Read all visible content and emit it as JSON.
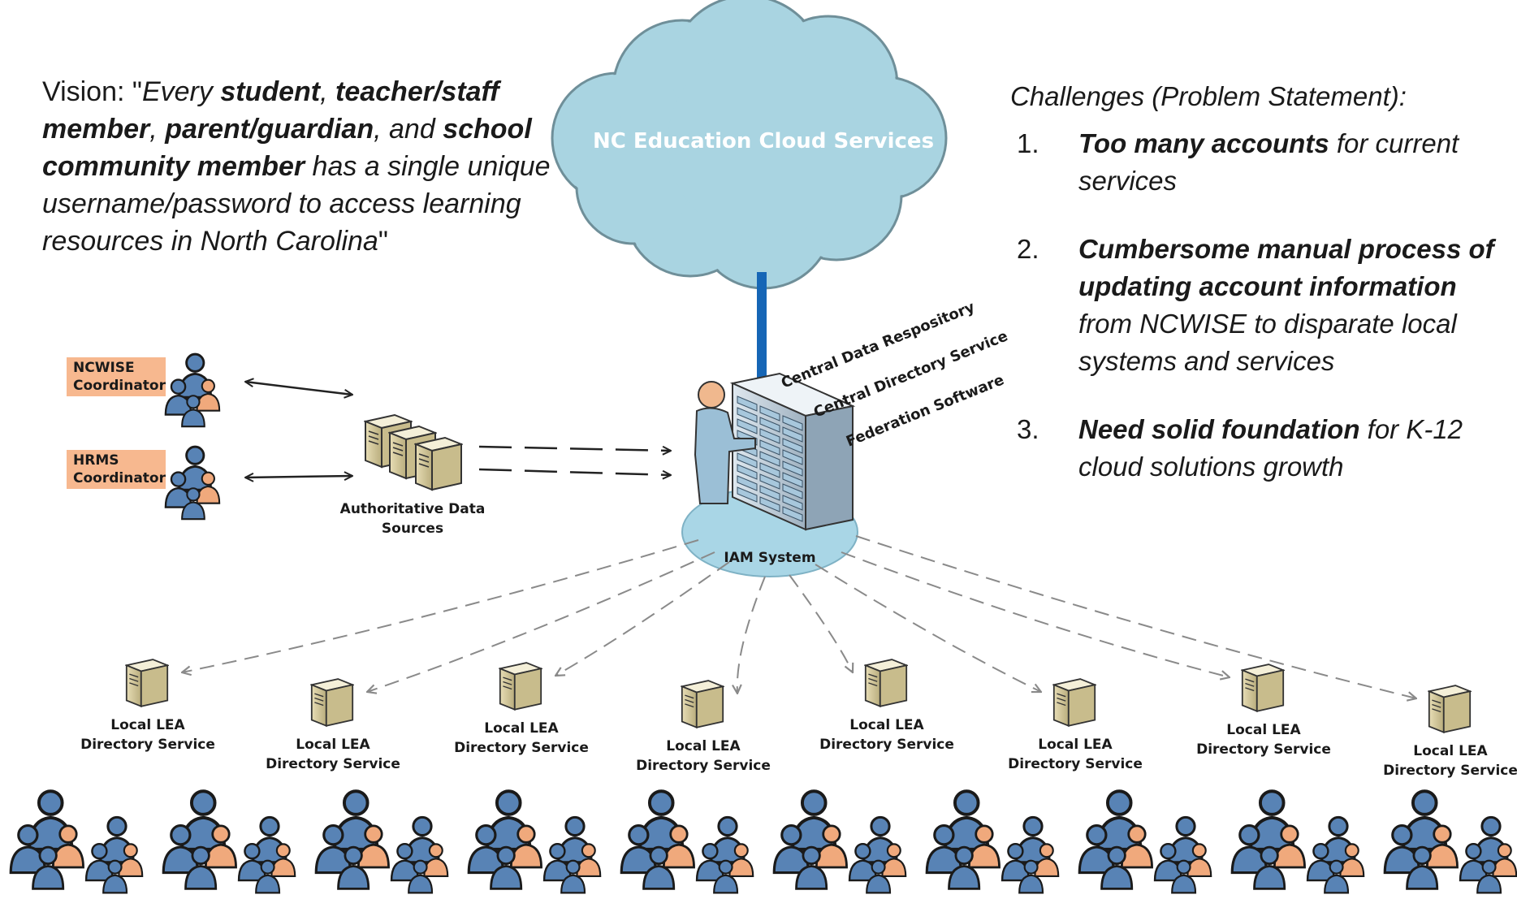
{
  "vision": {
    "label": "Vision: \"",
    "t1": "Every ",
    "b1": "student",
    "t2": ", ",
    "b2": "teacher/staff member",
    "t3": ", ",
    "b3": "parent/guardian",
    "t4": ", and ",
    "b4": "school community member",
    "t5": " has a single unique username/password to access learning resources in North Carolina",
    "end_quote": "\""
  },
  "challenges": {
    "title": "Challenges (Problem Statement):",
    "items": [
      {
        "num": "1.",
        "bold": "Too many accounts",
        "rest": " for current services"
      },
      {
        "num": "2.",
        "bold": "Cumbersome manual process of updating account information",
        "rest": " from NCWISE to disparate local systems and services"
      },
      {
        "num": "3.",
        "bold": "Need solid foundation",
        "rest": " for K-12 cloud solutions growth"
      }
    ]
  },
  "diagram": {
    "cloud_label": "NC Education Cloud Services",
    "iam_label": "IAM System",
    "iam_components": [
      "Central Data Respository",
      "Central Directory Service",
      "Federation Software"
    ],
    "coordinators": [
      {
        "line1": "NCWISE",
        "line2": "Coordinator"
      },
      {
        "line1": "HRMS",
        "line2": "Coordinator"
      }
    ],
    "sources_label": [
      "Authoritative Data",
      "Sources"
    ],
    "lea_label": [
      "Local LEA",
      "Directory Service"
    ],
    "lea_count": 8,
    "colors": {
      "cloud": "#a9d4e1",
      "cloud_text": "#ffffff",
      "iam_ellipse": "#a9d6e6",
      "cloud_link": "#1666b6",
      "coordinator_label_bg": "#f7b88f",
      "person_blue": "#5883b5",
      "person_peach": "#f0a97c"
    },
    "icons": [
      "person-group-icon",
      "server-icon",
      "server-rack-icon",
      "admin-person-icon",
      "cloud-icon"
    ]
  }
}
